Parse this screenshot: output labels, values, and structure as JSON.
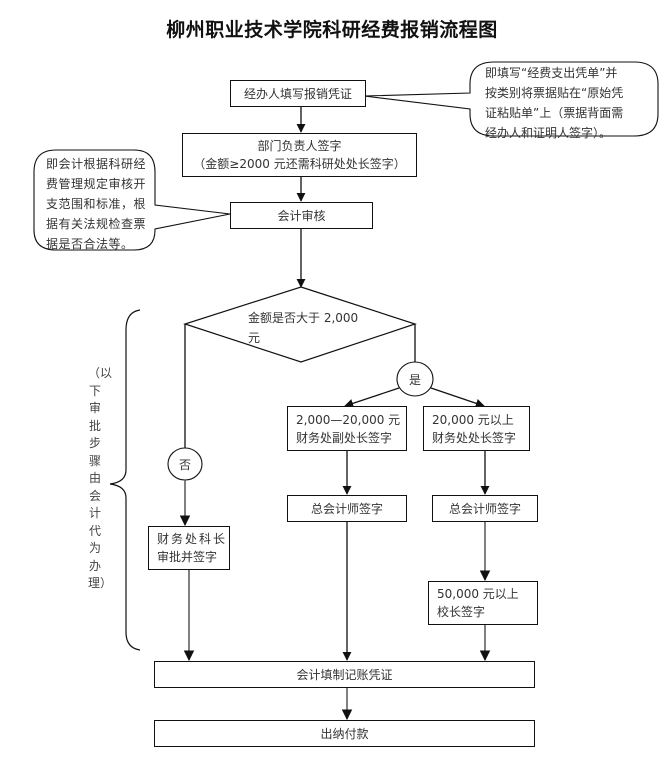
{
  "title": "柳州职业技术学院科研经费报销流程图",
  "steps": {
    "fill_voucher": "经办人填写报销凭证",
    "dept_sign_line1": "部门负责人签字",
    "dept_sign_line2": "（金额≥2000 元还需科研处处长签字）",
    "accounting_review": "会计审核",
    "decision": "金额是否大于 2,000 元",
    "yes": "是",
    "no": "否",
    "mid_range_line1": "2,000—20,000 元",
    "mid_range_line2": "财务处副处长签字",
    "high_range_line1": "20,000 元以上",
    "high_range_line2": "财务处处长签字",
    "section_chief_line1": "财务处科长",
    "section_chief_line2": "审批并签字",
    "chief_accountant_mid": "总会计师签字",
    "chief_accountant_high": "总会计师签字",
    "president_line1": "50,000 元以上",
    "president_line2": "校长签字",
    "fill_bookkeeping": "会计填制记账凭证",
    "cashier_pay": "出纳付款"
  },
  "callouts": {
    "voucher_note": [
      "即填写“经费支出凭单”并",
      "按类别将票据贴在“原始凭",
      "证粘贴单”上（票据背面需",
      "经办人和证明人签字）。"
    ],
    "review_note": [
      "即会计根据科研经",
      "费管理规定审核开",
      "支范围和标准，根",
      "据有关法规检查票",
      "据是否合法等。"
    ]
  },
  "side_note": "（以下审批步骤由会计代为办理）"
}
